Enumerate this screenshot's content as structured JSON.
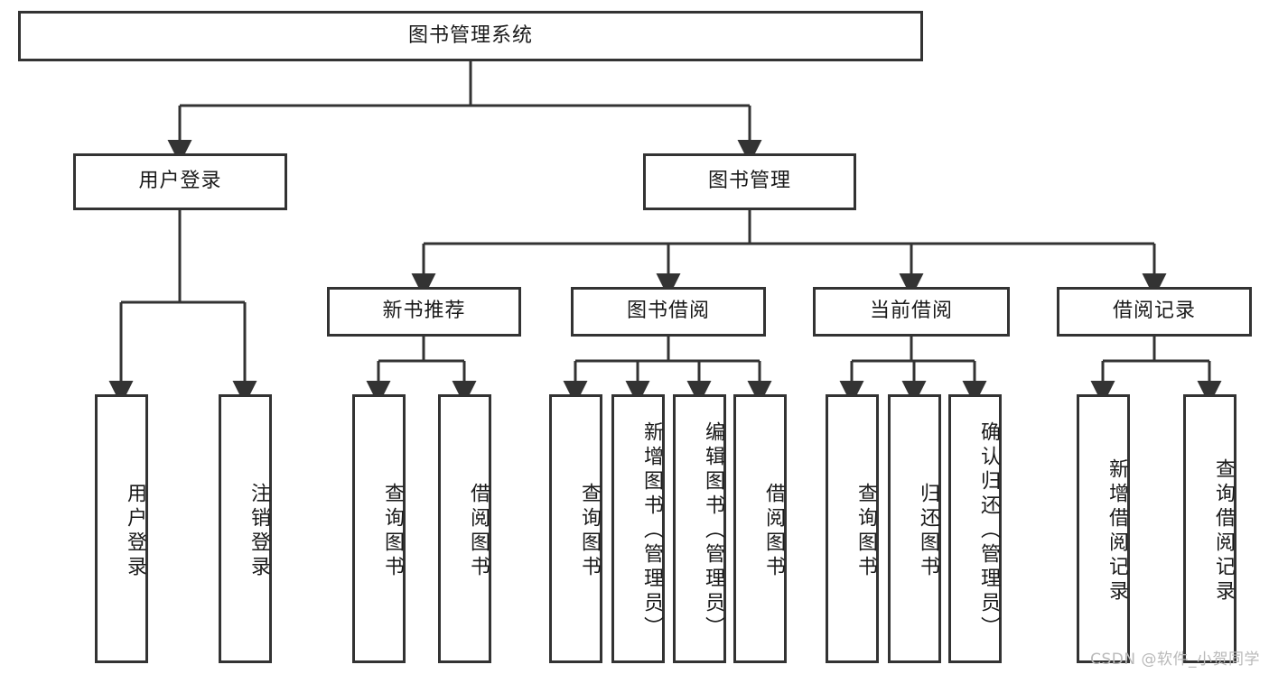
{
  "diagram": {
    "type": "tree",
    "title": "图书管理系统",
    "stroke_color": "#333333",
    "background_color": "#ffffff",
    "text_color": "#1a1a1a",
    "root": {
      "id": "root",
      "label": "图书管理系统"
    },
    "level1": [
      {
        "id": "user-login",
        "label": "用户登录"
      },
      {
        "id": "book-manage",
        "label": "图书管理"
      }
    ],
    "level2": [
      {
        "id": "new-book-recommend",
        "label": "新书推荐",
        "parent": "book-manage"
      },
      {
        "id": "book-borrow",
        "label": "图书借阅",
        "parent": "book-manage"
      },
      {
        "id": "current-borrow",
        "label": "当前借阅",
        "parent": "book-manage"
      },
      {
        "id": "borrow-record",
        "label": "借阅记录",
        "parent": "book-manage"
      }
    ],
    "leaves": [
      {
        "id": "leaf-user-login",
        "label": "用户登录",
        "parent": "user-login"
      },
      {
        "id": "leaf-user-logout",
        "label": "注销登录",
        "parent": "user-login"
      },
      {
        "id": "leaf-query-book-1",
        "label": "查询图书",
        "parent": "new-book-recommend"
      },
      {
        "id": "leaf-borrow-book-1",
        "label": "借阅图书",
        "parent": "new-book-recommend"
      },
      {
        "id": "leaf-query-book-2",
        "label": "查询图书",
        "parent": "book-borrow"
      },
      {
        "id": "leaf-add-book",
        "label": "新增图书（管理员）",
        "parent": "book-borrow"
      },
      {
        "id": "leaf-edit-book",
        "label": "编辑图书（管理员）",
        "parent": "book-borrow"
      },
      {
        "id": "leaf-borrow-book-2",
        "label": "借阅图书",
        "parent": "book-borrow"
      },
      {
        "id": "leaf-query-book-3",
        "label": "查询图书",
        "parent": "current-borrow"
      },
      {
        "id": "leaf-return-book",
        "label": "归还图书",
        "parent": "current-borrow"
      },
      {
        "id": "leaf-confirm-return",
        "label": "确认归还（管理员）",
        "parent": "current-borrow"
      },
      {
        "id": "leaf-add-record",
        "label": "新增借阅记录",
        "parent": "borrow-record"
      },
      {
        "id": "leaf-query-record",
        "label": "查询借阅记录",
        "parent": "borrow-record"
      }
    ]
  },
  "watermark": {
    "text": "CSDN @软件_小贺同学"
  }
}
